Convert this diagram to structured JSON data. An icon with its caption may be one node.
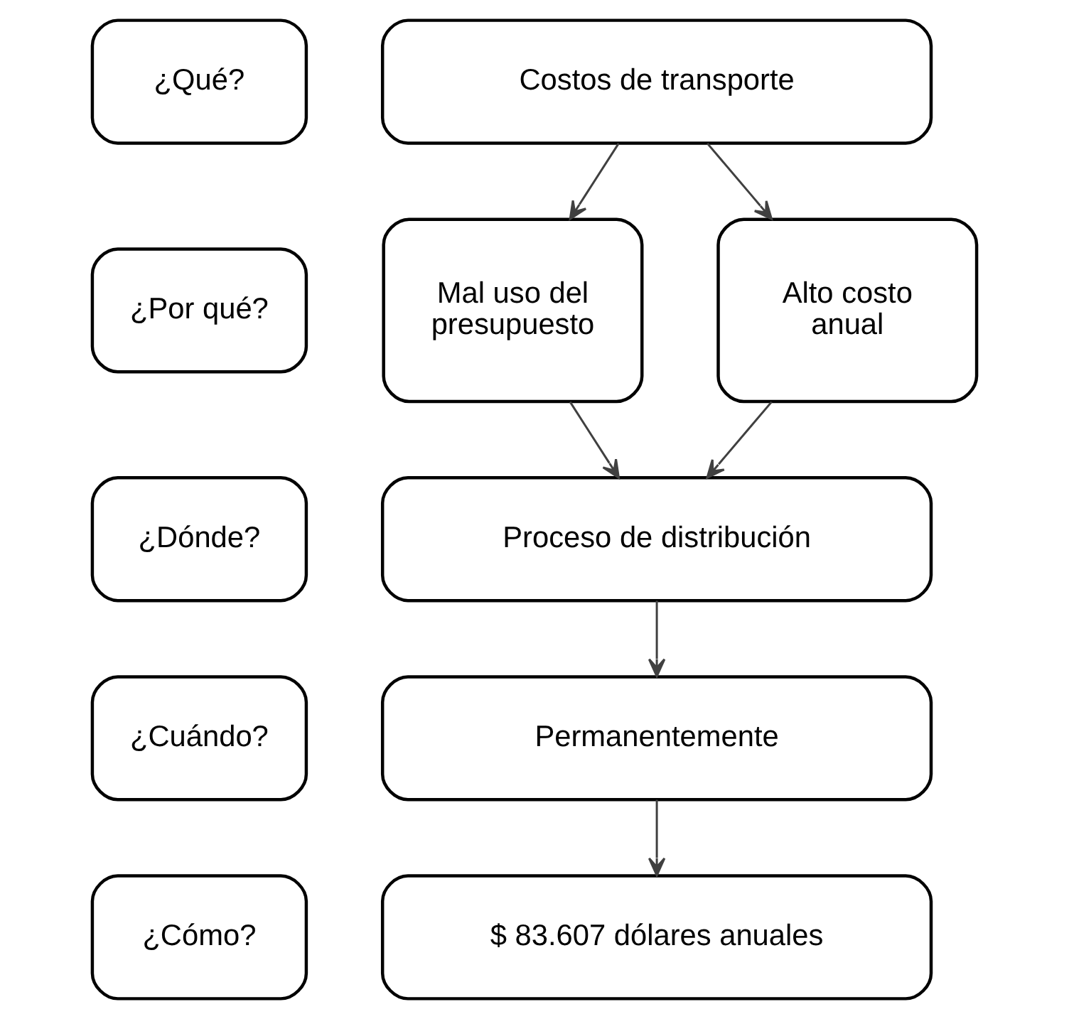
{
  "diagram": {
    "nodes": [
      {
        "text": [
          "¿Qué?"
        ]
      },
      {
        "text": [
          "Costos de transporte"
        ]
      },
      {
        "text": [
          "¿Por qué?"
        ]
      },
      {
        "text": [
          "Mal uso del presupuesto"
        ]
      },
      {
        "text": [
          "Alto costo anual"
        ]
      },
      {
        "text": [
          "¿Dónde?"
        ]
      },
      {
        "text": [
          "Proceso de distribución"
        ]
      },
      {
        "text": [
          "¿Cuándo?"
        ]
      },
      {
        "text": [
          "Permanentemente"
        ]
      },
      {
        "text": [
          "¿Cómo?"
        ]
      },
      {
        "text": [
          "$ 83.607 dólares anuales"
        ]
      }
    ],
    "edges": [
      {
        "from": 1,
        "to": 3,
        "arrow": "to"
      },
      {
        "from": 1,
        "to": 4,
        "arrow": "to"
      },
      {
        "from": 3,
        "to": 6,
        "arrow": "to"
      },
      {
        "from": 4,
        "to": 6,
        "arrow": "to"
      },
      {
        "from": 6,
        "to": 8,
        "arrow": "to"
      },
      {
        "from": 8,
        "to": 10,
        "arrow": "to"
      }
    ]
  }
}
